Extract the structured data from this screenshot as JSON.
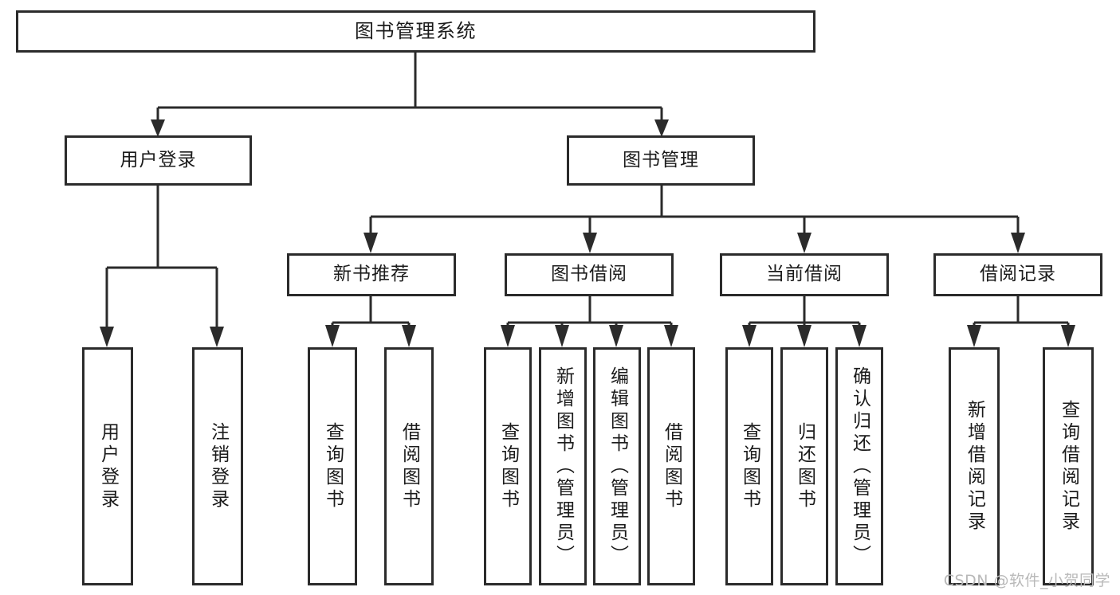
{
  "diagram": {
    "title": "图书管理系统",
    "type": "tree",
    "background_color": "#ffffff",
    "line_color": "#2b2b2b",
    "text_color": "#1b1b1b"
  },
  "nodes": {
    "root": {
      "label": "图书管理系统",
      "orientation": "horizontal"
    },
    "level2": [
      {
        "id": "user-login",
        "label": "用户登录",
        "orientation": "horizontal"
      },
      {
        "id": "book-manage",
        "label": "图书管理",
        "orientation": "horizontal"
      }
    ],
    "level3": [
      {
        "id": "new-book-recommend",
        "label": "新书推荐",
        "orientation": "horizontal"
      },
      {
        "id": "book-borrow",
        "label": "图书借阅",
        "orientation": "horizontal"
      },
      {
        "id": "current-borrow",
        "label": "当前借阅",
        "orientation": "horizontal"
      },
      {
        "id": "borrow-record",
        "label": "借阅记录",
        "orientation": "horizontal"
      }
    ],
    "leaves": [
      {
        "id": "leaf-user-login",
        "label": "用户登录",
        "parent": "user-login",
        "orientation": "vertical"
      },
      {
        "id": "leaf-logout-login",
        "label": "注销登录",
        "parent": "user-login",
        "orientation": "vertical"
      },
      {
        "id": "leaf-query-book-1",
        "label": "查询图书",
        "parent": "new-book-recommend",
        "orientation": "vertical"
      },
      {
        "id": "leaf-borrow-book-1",
        "label": "借阅图书",
        "parent": "new-book-recommend",
        "orientation": "vertical"
      },
      {
        "id": "leaf-query-book-2",
        "label": "查询图书",
        "parent": "book-borrow",
        "orientation": "vertical"
      },
      {
        "id": "leaf-add-book",
        "label": "新增图书（管理员）",
        "parent": "book-borrow",
        "orientation": "vertical"
      },
      {
        "id": "leaf-edit-book",
        "label": "编辑图书（管理员）",
        "parent": "book-borrow",
        "orientation": "vertical"
      },
      {
        "id": "leaf-borrow-book-2",
        "label": "借阅图书",
        "parent": "book-borrow",
        "orientation": "vertical"
      },
      {
        "id": "leaf-query-book-3",
        "label": "查询图书",
        "parent": "current-borrow",
        "orientation": "vertical"
      },
      {
        "id": "leaf-return-book",
        "label": "归还图书",
        "parent": "current-borrow",
        "orientation": "vertical"
      },
      {
        "id": "leaf-confirm-return",
        "label": "确认归还（管理员）",
        "parent": "current-borrow",
        "orientation": "vertical"
      },
      {
        "id": "leaf-add-record",
        "label": "新增借阅记录",
        "parent": "borrow-record",
        "orientation": "vertical"
      },
      {
        "id": "leaf-query-record",
        "label": "查询借阅记录",
        "parent": "borrow-record",
        "orientation": "vertical"
      }
    ]
  },
  "watermark": {
    "text": "CSDN @软件_小贺同学"
  }
}
